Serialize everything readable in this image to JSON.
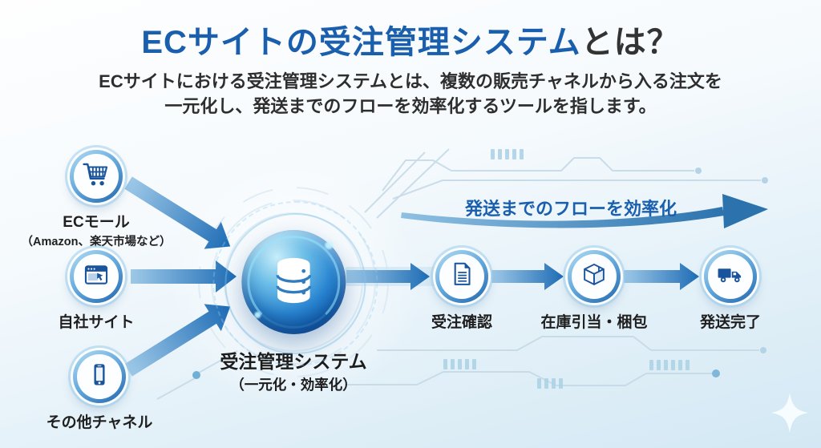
{
  "title": {
    "highlight": "ECサイトの受注管理システム",
    "suffix": "とは？"
  },
  "subtitle": {
    "line1": "ECサイトにおける受注管理システムとは、複数の販売チャネルから入る注文を",
    "line2": "一元化し、発送までのフローを効率化するツールを指します。"
  },
  "channels": [
    {
      "label": "ECモール",
      "sublabel": "（Amazon、楽天市場など）",
      "icon": "shopping-cart-icon"
    },
    {
      "label": "自社サイト",
      "sublabel": "",
      "icon": "browser-window-icon"
    },
    {
      "label": "その他チャネル",
      "sublabel": "",
      "icon": "smartphone-icon"
    }
  ],
  "hub": {
    "label": "受注管理システム",
    "sublabel": "（一元化・効率化）",
    "icon": "database-icon"
  },
  "flow": {
    "caption": "発送までのフローを効率化",
    "steps": [
      {
        "label": "受注確認",
        "icon": "order-document-icon"
      },
      {
        "label": "在庫引当・梱包",
        "icon": "package-box-icon"
      },
      {
        "label": "発送完了",
        "icon": "delivery-truck-icon"
      }
    ]
  },
  "colors": {
    "title_blue": "#1a5fad",
    "text_dark": "#2e2e2e",
    "icon_blue": "#19549d",
    "arrow_light": "#9ec9e8",
    "arrow_dark": "#1e6cb5",
    "sphere_deep": "#0a4590",
    "background_top": "#fefefe",
    "background_bottom": "#d3e8f4"
  }
}
